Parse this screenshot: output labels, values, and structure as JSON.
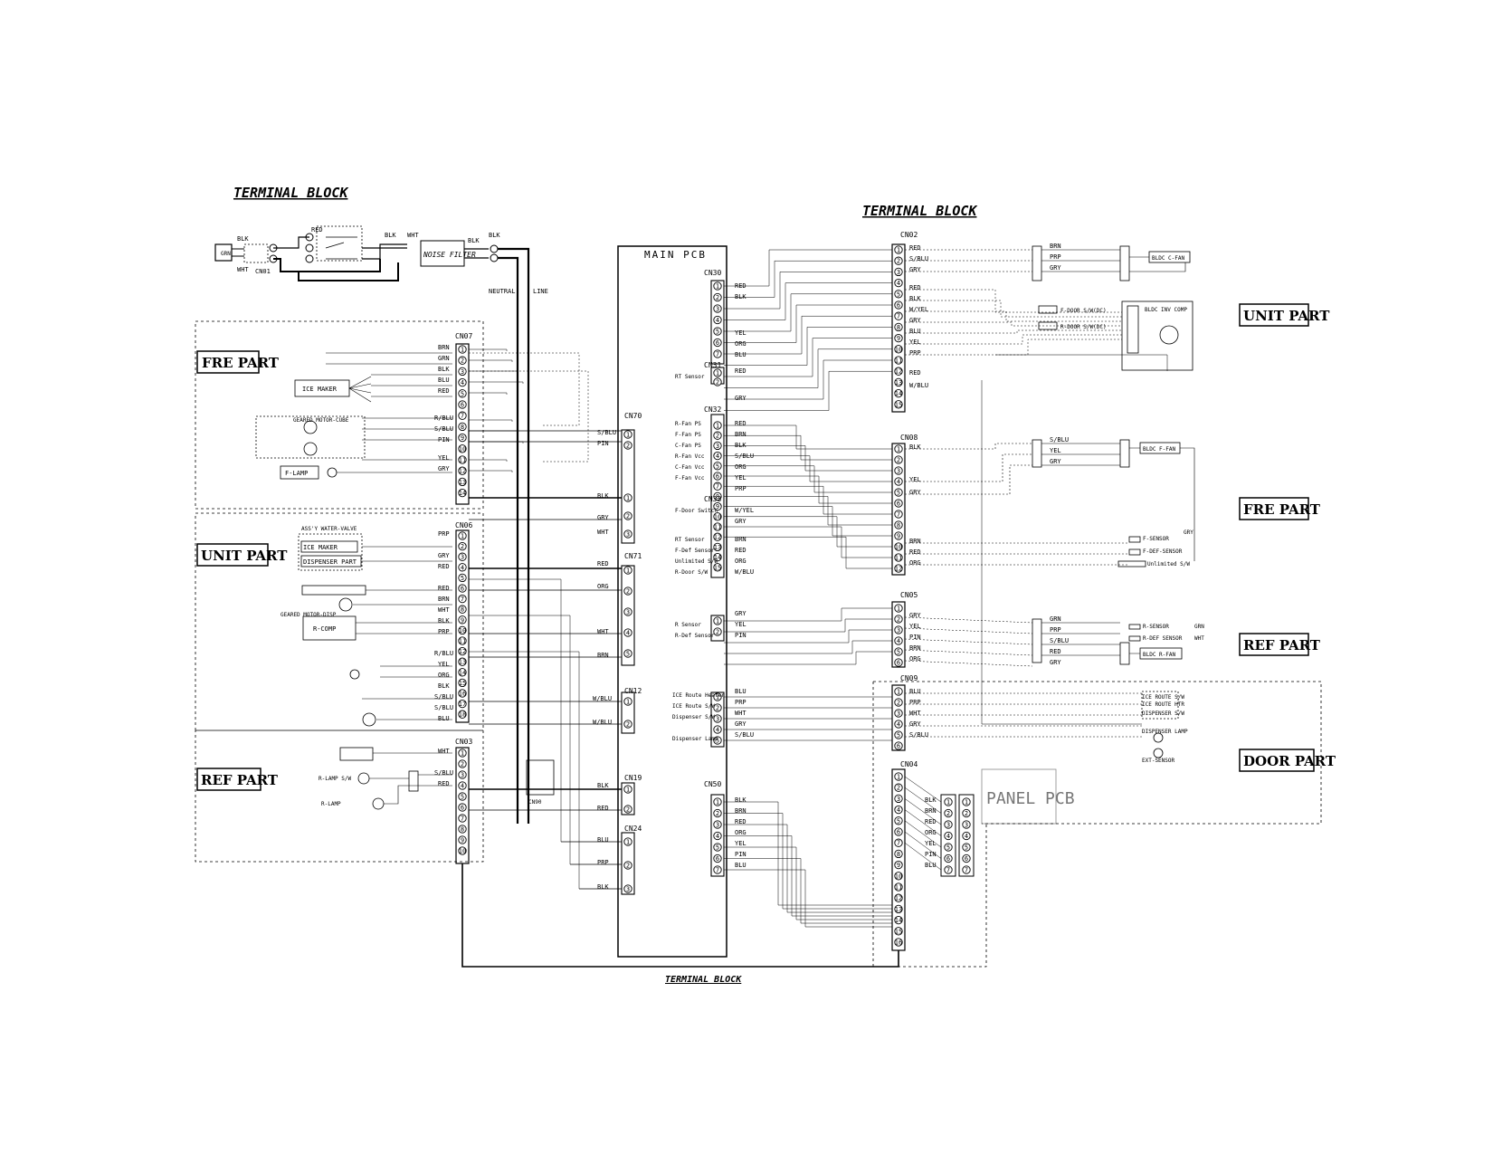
{
  "titles": {
    "terminal_block_left": "TERMINAL BLOCK",
    "terminal_block_right": "TERMINAL BLOCK",
    "terminal_block_bottom": "TERMINAL BLOCK",
    "main_pcb": "MAIN PCB",
    "panel_pcb": "PANEL PCB"
  },
  "parts_left": {
    "fre": "FRE PART",
    "unit": "UNIT PART",
    "ref": "REF PART"
  },
  "parts_right": {
    "unit": "UNIT PART",
    "fre": "FRE PART",
    "ref": "REF PART",
    "door": "DOOR PART"
  },
  "power": {
    "cn01": "CN01",
    "blk": "BLK",
    "wht": "WHT",
    "grn": "GRN",
    "noise_filter": "NOISE FILTER",
    "neutral": "NEUTRAL",
    "line": "LINE",
    "red": "RED"
  },
  "cn07": {
    "name": "CN07",
    "wires": [
      "BRN",
      "GRN",
      "BLK",
      "BLU",
      "RED",
      "",
      "R/BLU",
      "S/BLU",
      "PIN",
      "",
      "YEL",
      "GRY",
      "",
      ""
    ],
    "components": [
      "ICE MAKER",
      "GEARED MOTOR-CUBE",
      "F-LAMP"
    ]
  },
  "cn06": {
    "name": "CN06",
    "wires": [
      "PRP",
      "",
      "GRY",
      "RED",
      "",
      "RED",
      "BRN",
      "WHT",
      "BLK",
      "PRP",
      "",
      "R/BLU",
      "YEL",
      "ORG",
      "BLK",
      "S/BLU",
      "S/BLU",
      "BLU"
    ],
    "components": [
      "ASS'Y WATER-VALVE",
      "ICE MAKER",
      "DISPENSER PART",
      "GEARED MOTOR-DISP",
      "R-COMP"
    ]
  },
  "cn03": {
    "name": "CN03",
    "wires": [
      "WHT",
      "",
      "S/BLU",
      "RED"
    ],
    "components": [
      "R-LAMP S/W",
      "R-LAMP"
    ]
  },
  "pcb_left": {
    "cn70": "CN70",
    "cn71": "CN71",
    "cn12": "CN12",
    "cn19": "CN19",
    "cn24": "CN24",
    "cn90": "CN90",
    "wires": [
      "S/BLU",
      "PIN",
      "BLK",
      "GRY",
      "WHT",
      "RED",
      "ORG",
      "WHT",
      "BRN",
      "W/BLU",
      "W/BLU",
      "BLK",
      "RED",
      "BLU",
      "PRP",
      "BLK"
    ]
  },
  "pcb_right": {
    "cn30": "CN30",
    "cn31": "CN31",
    "cn32": "CN32",
    "cn33": "CN33",
    "cn50": "CN50",
    "wires": [
      "RED",
      "BLK",
      "YEL",
      "ORG",
      "BLU",
      "RED",
      "GRY",
      "RED",
      "BRN",
      "BLK",
      "S/BLU",
      "ORG",
      "YEL",
      "PRP",
      "W/YEL",
      "GRY",
      "BRN",
      "RED",
      "ORG",
      "W/BLU",
      "GRY",
      "YEL",
      "PIN",
      "BLU",
      "PRP",
      "WHT",
      "GRY",
      "S/BLU",
      "BLK",
      "BRN",
      "RED",
      "ORG",
      "YEL",
      "PIN",
      "BLU"
    ],
    "labels": [
      "RT Sensor",
      "R-Fan PS",
      "F-Fan PS",
      "C-Fan PS",
      "R-Fan Vcc",
      "C-Fan Vcc",
      "F-Fan Vcc",
      "F-Door Switch",
      "RT Sensor",
      "F-Def Sensor",
      "Unlimited S/W",
      "R-Door S/W",
      "R Sensor",
      "R-Def Sensor",
      "ICE Route Heater",
      "ICE Route S/W",
      "Dispenser S/W",
      "Dispenser Lamp"
    ]
  },
  "cn02": {
    "name": "CN02",
    "wires": [
      "RED",
      "S/BLU",
      "GRY",
      "RED",
      "BLK",
      "W/YEL",
      "GRY",
      "BLU",
      "YEL",
      "PRP",
      "RED",
      "W/BLU"
    ]
  },
  "cn08": {
    "name": "CN08",
    "wires": [
      "BLK",
      "",
      "YEL",
      "GRY",
      "",
      "BRN",
      "RED",
      "ORG"
    ]
  },
  "cn05": {
    "name": "CN05",
    "wires": [
      "GRY",
      "YEL",
      "PIN",
      "BRN",
      "ORG"
    ]
  },
  "cn09": {
    "name": "CN09",
    "wires": [
      "BLU",
      "PRP",
      "WHT",
      "GRY",
      "S/BLU"
    ]
  },
  "cn04": {
    "name": "CN04",
    "wires": [
      "BLK",
      "BRN",
      "RED",
      "ORG",
      "YEL",
      "PIN",
      "BLU"
    ]
  },
  "unit_right": {
    "wires": [
      "BRN",
      "PRP",
      "GRY"
    ],
    "bldc": "BLDC C-FAN",
    "relay": "BLDC INV COMP",
    "sw1": "F-DOOR S/W(DC)",
    "sw2": "R-DOOR S/W(DC)"
  },
  "fre_right": {
    "wires": [
      "S/BLU",
      "YEL",
      "GRY"
    ],
    "fan": "BLDC F-FAN",
    "sensor1": "F-SENSOR",
    "sensor2": "F-DEF-SENSOR",
    "sensor3": "Unlimited S/W",
    "gry": "GRY"
  },
  "ref_right": {
    "wires": [
      "GRN",
      "PRP",
      "S/BLU",
      "RED",
      "GRY"
    ],
    "fan": "BLDC R-FAN",
    "sensor1": "R-SENSOR",
    "sensor2": "R-DEF SENSOR",
    "wht": "WHT",
    "grn": "GRN"
  },
  "door_right": {
    "items": [
      "ICE ROUTE S/W",
      "ICE ROUTE HTR",
      "DISPENSER S/W",
      "DISPENSER LAMP",
      "EXT-SENSOR"
    ]
  }
}
